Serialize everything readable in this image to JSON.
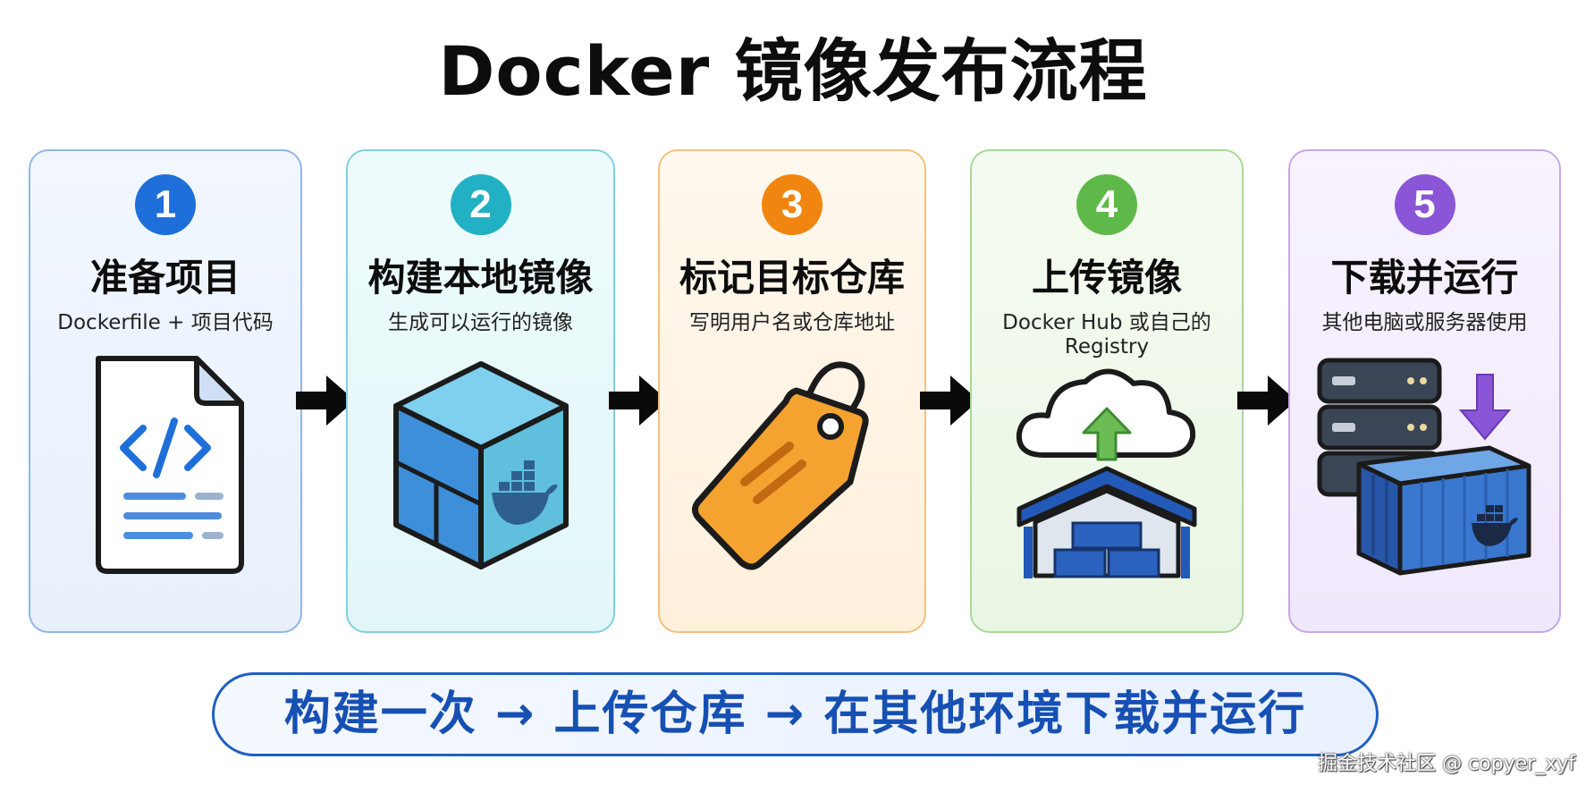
{
  "title": "Docker 镜像发布流程",
  "steps": [
    {
      "num": "1",
      "title": "准备项目",
      "subtitle": "Dockerfile + 项目代码",
      "icon": "code-file-icon",
      "color": "#1e6fd9",
      "border": "#8fb6ea",
      "bg": "#eef4fd"
    },
    {
      "num": "2",
      "title": "构建本地镜像",
      "subtitle": "生成可以运行的镜像",
      "icon": "docker-cube-icon",
      "color": "#22b0c4",
      "border": "#7fd3dc",
      "bg": "#ebf9fb"
    },
    {
      "num": "3",
      "title": "标记目标仓库",
      "subtitle": "写明用户名或仓库地址",
      "icon": "tag-icon",
      "color": "#f0860f",
      "border": "#f3c17c",
      "bg": "#fff6ea"
    },
    {
      "num": "4",
      "title": "上传镜像",
      "subtitle": "Docker Hub 或自己的 Registry",
      "icon": "cloud-upload-warehouse-icon",
      "color": "#5fb84a",
      "border": "#a9d89b",
      "bg": "#f2faee"
    },
    {
      "num": "5",
      "title": "下载并运行",
      "subtitle": "其他电脑或服务器使用",
      "icon": "server-download-container-icon",
      "color": "#8a55d6",
      "border": "#c4a7ea",
      "bg": "#f6f0fd"
    }
  ],
  "banner": "构建一次 → 上传仓库 → 在其他环境下载并运行",
  "watermark": "掘金技术社区 @ copyer_xyf"
}
